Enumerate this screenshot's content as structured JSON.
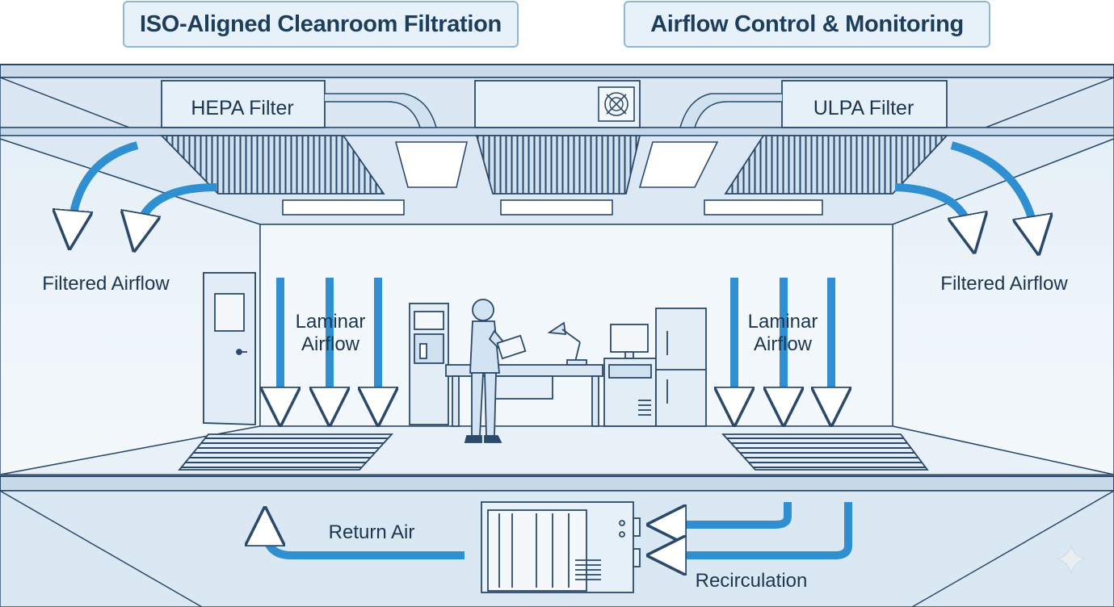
{
  "banners": {
    "left": "ISO-Aligned Cleanroom Filtration",
    "right": "Airflow Control & Monitoring"
  },
  "filters": {
    "left": "HEPA Filter",
    "right": "ULPA Filter"
  },
  "labels": {
    "filtered_left": "Filtered Airflow",
    "filtered_right": "Filtered Airflow",
    "laminar_left_1": "Laminar",
    "laminar_left_2": "Airflow",
    "laminar_right_1": "Laminar",
    "laminar_right_2": "Airflow",
    "return_air": "Return Air",
    "recirculation": "Recirculation"
  },
  "icons": [
    "fan-icon",
    "sparkle-icon"
  ],
  "colors": {
    "arrow": "#2f8fd1",
    "line": "#2b4a6b",
    "panel": "#dbe8f3",
    "banner_bg": "#e6f1f9"
  }
}
